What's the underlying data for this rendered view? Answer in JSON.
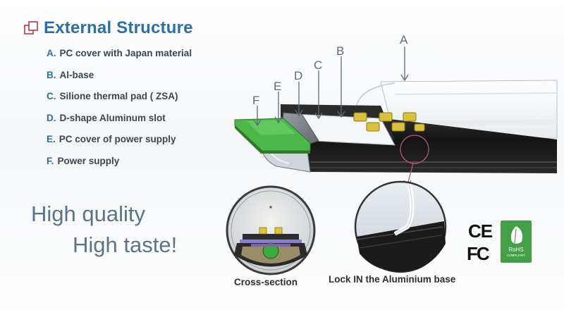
{
  "header": {
    "title": "External Structure"
  },
  "specs": [
    {
      "key": "A.",
      "text": "PC cover with Japan material"
    },
    {
      "key": "B.",
      "text": "Al-base"
    },
    {
      "key": "C.",
      "text": "Silione thermal pad ( ZSA)"
    },
    {
      "key": "D.",
      "text": "D-shape Aluminum slot"
    },
    {
      "key": "E.",
      "text": "PC cover of power supply"
    },
    {
      "key": "F.",
      "text": "Power supply"
    }
  ],
  "part_letters": {
    "a": "A",
    "b": "B",
    "c": "C",
    "d": "D",
    "e": "E",
    "f": "F"
  },
  "taglines": {
    "line1": "High quality",
    "line2": "High taste!"
  },
  "captions": {
    "cross_section": "Cross-section",
    "lock": "Lock IN the Aluminium base"
  },
  "certs": {
    "ce": "CE",
    "fc": "FC",
    "rohs": "RoHS",
    "rohs_sub": "COMPLIANT"
  },
  "colors": {
    "title": "#2c6fa6",
    "led": "#d9c23a",
    "driver_board": "#4db84a",
    "rohs_badge": "#43a047",
    "leader_line": "#c25a6e"
  }
}
